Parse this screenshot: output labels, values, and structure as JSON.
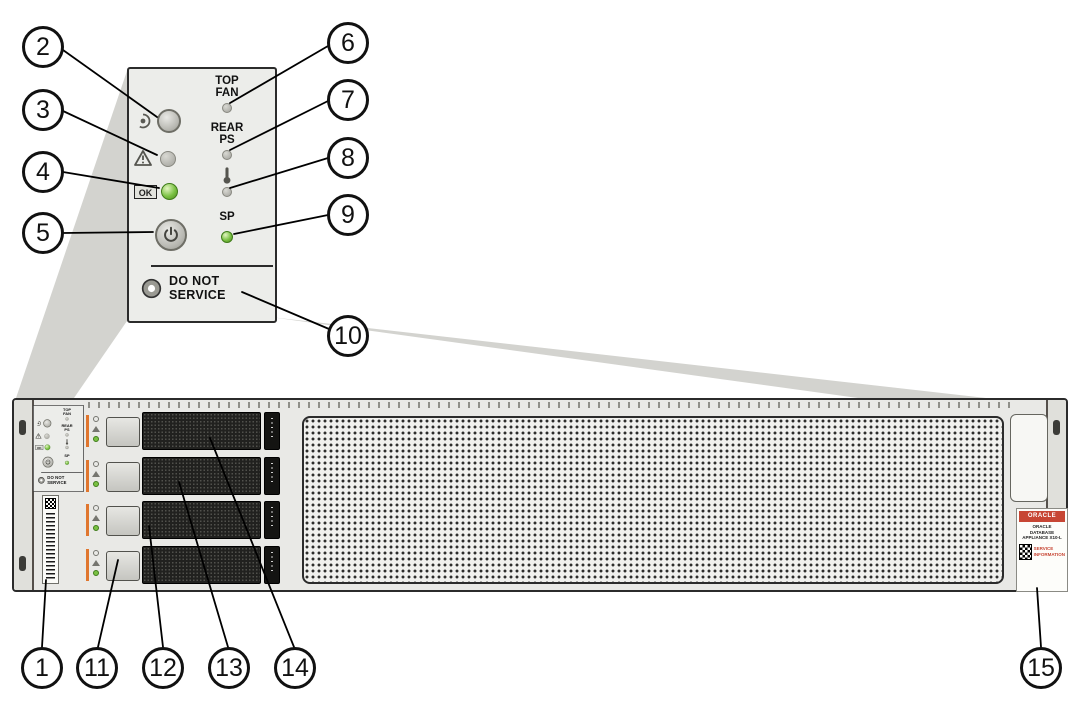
{
  "canvas": {
    "background": "#ffffff"
  },
  "colors": {
    "led_green": "#7ac143",
    "led_off": "#b2b2ac",
    "oracle_red": "#c74634",
    "callout_border": "#111111",
    "chassis_gray": "#e9e9e6",
    "wedge_gray": "#d3d3cf"
  },
  "callouts": {
    "c1": "1",
    "c2": "2",
    "c3": "3",
    "c4": "4",
    "c5": "5",
    "c6": "6",
    "c7": "7",
    "c8": "8",
    "c9": "9",
    "c10": "10",
    "c11": "11",
    "c12": "12",
    "c13": "13",
    "c14": "14",
    "c15": "15"
  },
  "control_panel": {
    "top_fan_line1": "TOP",
    "top_fan_line2": "FAN",
    "rear_ps_line1": "REAR",
    "rear_ps_line2": "PS",
    "sp_label": "SP",
    "ok_label": "OK",
    "do_not_service_line1": "DO NOT",
    "do_not_service_line2": "SERVICE"
  },
  "chassis_labels": {
    "oracle_logo": "ORACLE",
    "product_line1": "ORACLE",
    "product_line2": "DATABASE",
    "product_line3": "APPLIANCE X10-L",
    "service_line1": "SERVICE",
    "service_line2": "INFORMATION"
  }
}
